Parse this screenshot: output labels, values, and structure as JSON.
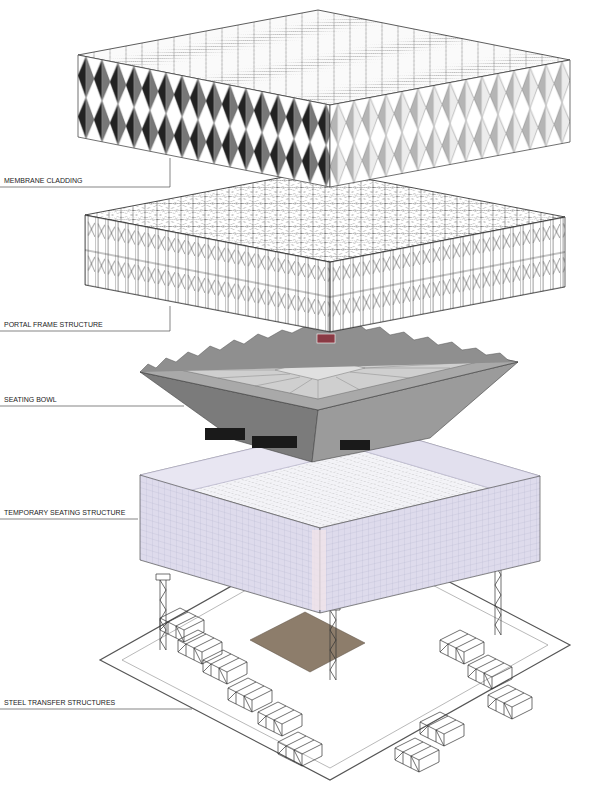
{
  "diagram": {
    "labels": [
      "MEMBRANE CLADDING",
      "PORTAL FRAME STRUCTURE",
      "SEATING BOWL",
      "TEMPORARY SEATING STRUCTURE",
      "STEEL TRANSFER STRUCTURES"
    ]
  }
}
